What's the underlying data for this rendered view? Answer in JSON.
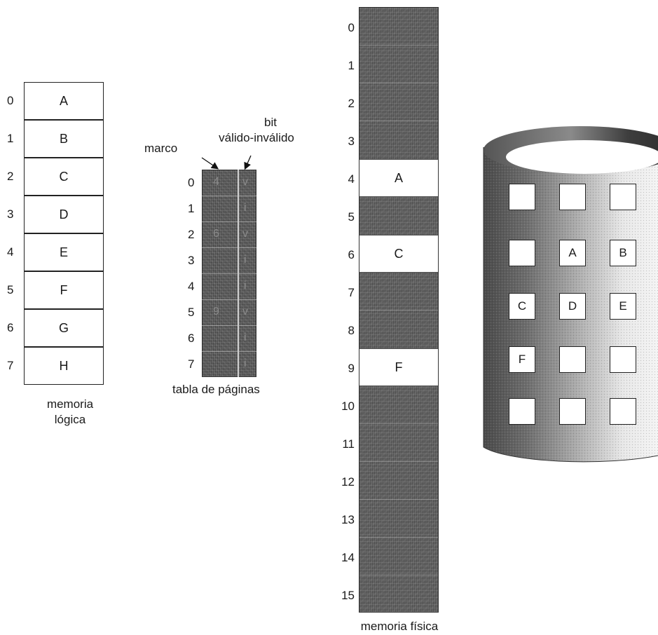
{
  "logical_memory": {
    "rows": [
      {
        "index": "0",
        "page": "A"
      },
      {
        "index": "1",
        "page": "B"
      },
      {
        "index": "2",
        "page": "C"
      },
      {
        "index": "3",
        "page": "D"
      },
      {
        "index": "4",
        "page": "E"
      },
      {
        "index": "5",
        "page": "F"
      },
      {
        "index": "6",
        "page": "G"
      },
      {
        "index": "7",
        "page": "H"
      }
    ],
    "caption_line1": "memoria",
    "caption_line2": "lógica"
  },
  "page_table": {
    "label_frame": "marco",
    "label_bit_line1": "bit",
    "label_bit_line2": "válido-inválido",
    "caption": "tabla de páginas",
    "rows": [
      {
        "index": "0",
        "frame": "4",
        "bit": "v"
      },
      {
        "index": "1",
        "frame": "",
        "bit": "i"
      },
      {
        "index": "2",
        "frame": "6",
        "bit": "v"
      },
      {
        "index": "3",
        "frame": "",
        "bit": "i"
      },
      {
        "index": "4",
        "frame": "",
        "bit": "i"
      },
      {
        "index": "5",
        "frame": "9",
        "bit": "v"
      },
      {
        "index": "6",
        "frame": "",
        "bit": "i"
      },
      {
        "index": "7",
        "frame": "",
        "bit": "i"
      }
    ]
  },
  "physical_memory": {
    "caption": "memoria física",
    "frame_labels": [
      "0",
      "1",
      "2",
      "3",
      "4",
      "5",
      "6",
      "7",
      "8",
      "9",
      "10",
      "11",
      "12",
      "13",
      "14",
      "15"
    ],
    "loaded_frames": [
      {
        "frame": "4",
        "page": "A"
      },
      {
        "frame": "6",
        "page": "C"
      },
      {
        "frame": "9",
        "page": "F"
      }
    ]
  },
  "disk": {
    "rows": [
      [
        "",
        "",
        ""
      ],
      [
        "",
        "A",
        "B"
      ],
      [
        "C",
        "D",
        "E"
      ],
      [
        "F",
        "",
        ""
      ],
      [
        "",
        "",
        ""
      ]
    ]
  },
  "colors": {
    "shade": "#606060",
    "cell": "#ffffff",
    "line": "#222222"
  }
}
